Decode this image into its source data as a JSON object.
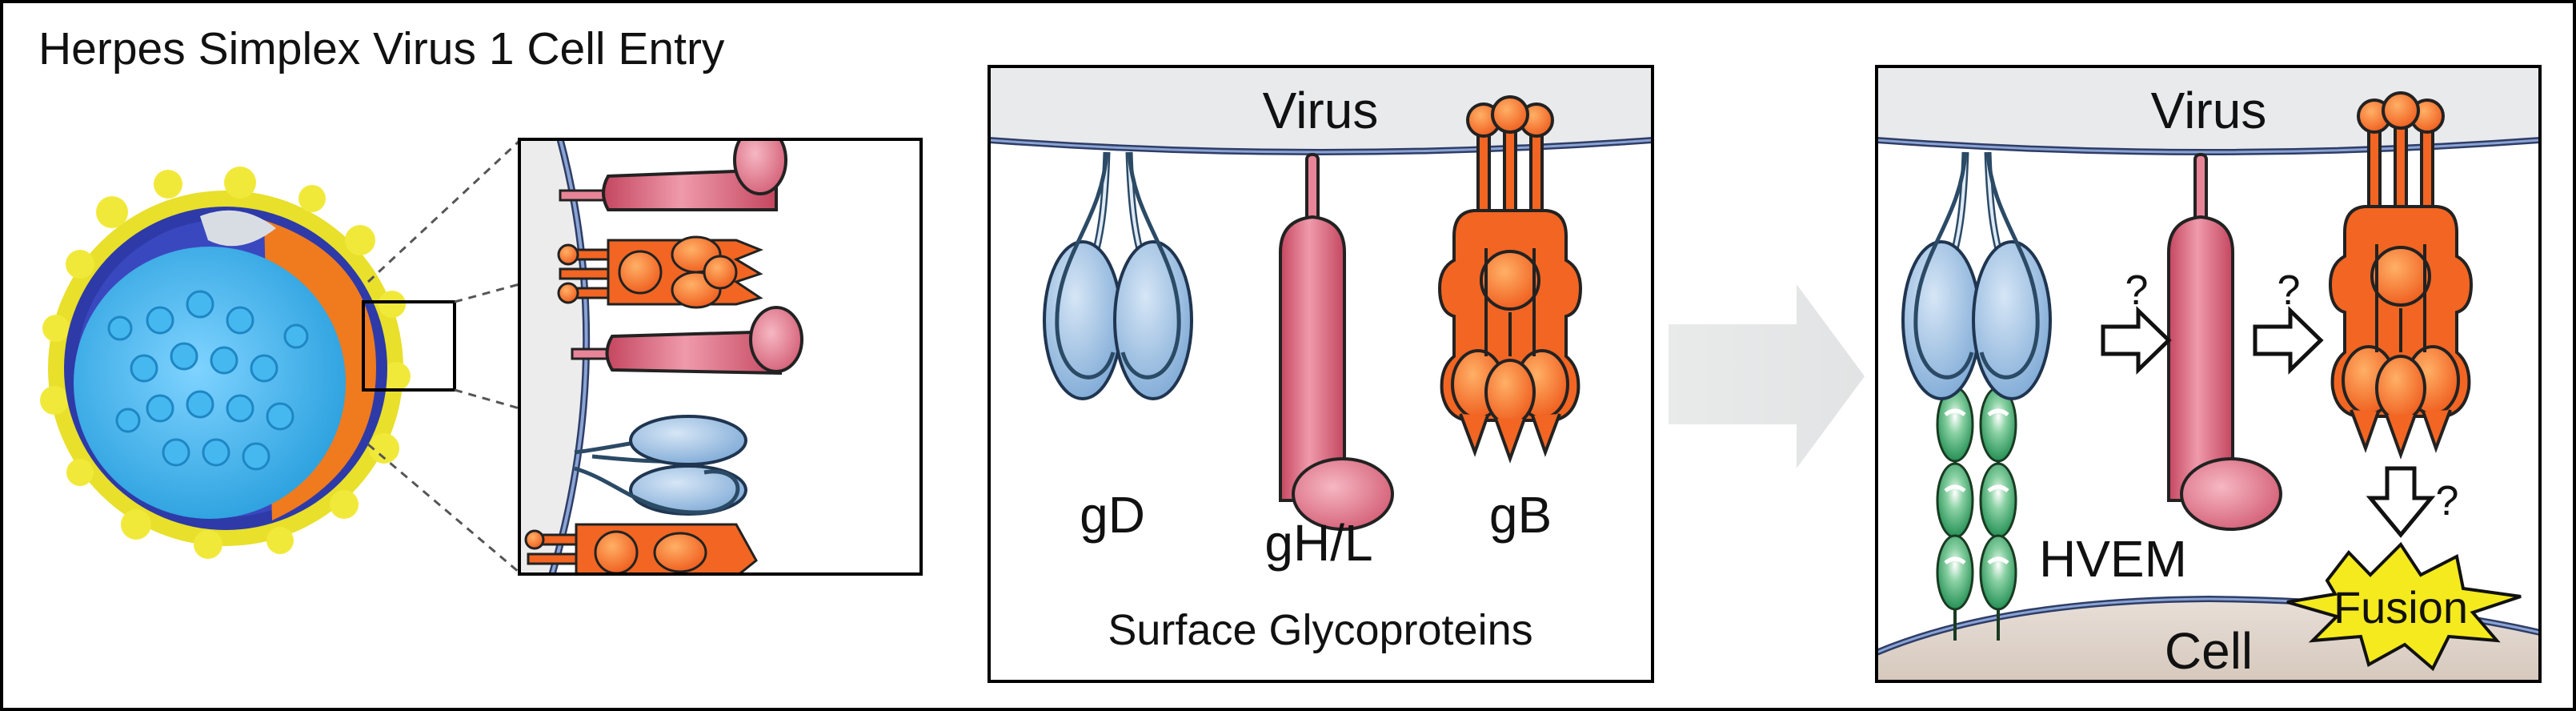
{
  "title": "Herpes Simplex Virus 1 Cell Entry",
  "panel2": {
    "virus_label": "Virus",
    "gd_label": "gD",
    "ghl_label": "gH/L",
    "gb_label": "gB",
    "caption": "Surface Glycoproteins"
  },
  "panel3": {
    "virus_label": "Virus",
    "q1": "?",
    "q2": "?",
    "q3": "?",
    "hvem_label": "HVEM",
    "cell_label": "Cell",
    "fusion_label": "Fusion"
  },
  "colors": {
    "blue_gd": "#8fb8e0",
    "pink_ghl": "#d9687e",
    "orange_gb": "#f26522",
    "green_hvem": "#1e9a4e",
    "fusion_yellow": "#f4ea1d",
    "membrane": "#7f97c6"
  }
}
